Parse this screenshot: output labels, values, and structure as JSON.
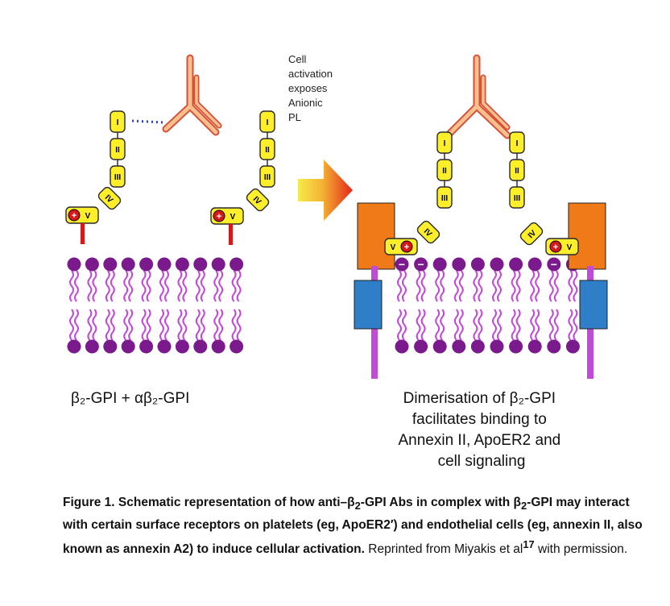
{
  "labels": {
    "cell_activation": [
      "Cell",
      "activation",
      "exposes",
      "Anionic",
      "PL"
    ],
    "left_subtitle": "β₂-GPI + αβ₂-GPI",
    "right_subtitle": [
      "Dimerisation of β₂-GPI",
      "facilitates binding to",
      "Annexin II, ApoER2 and",
      "cell signaling"
    ]
  },
  "domains": {
    "d1": "I",
    "d2": "II",
    "d3": "III",
    "d4": "IV",
    "d5": "V",
    "plus": "+",
    "minus": "−"
  },
  "caption": {
    "bold_1": "Figure 1. Schematic representation of how anti–β",
    "sub_1": "2",
    "bold_2": "-GPI Abs in complex with β",
    "sub_2": "2",
    "bold_3": "-GPI may interact with certain surface receptors on platelets (eg, ApoER2′) and endothelial cells (eg, annexin II, also known as annexin A2) to induce cellular activation.",
    "normal_1": " Reprinted from Miyakis et al",
    "superscript": "17",
    "normal_2": " with permission."
  },
  "colors": {
    "bead": "#ffef2a",
    "lipid": "#7a1a8c",
    "lipid_tail": "#c24ad8",
    "antibody": "#f2b37a",
    "annexin": "#f07a18",
    "receptor": "#2e7fc8",
    "plus": "#d81818",
    "minus": "#7a1a8c"
  }
}
